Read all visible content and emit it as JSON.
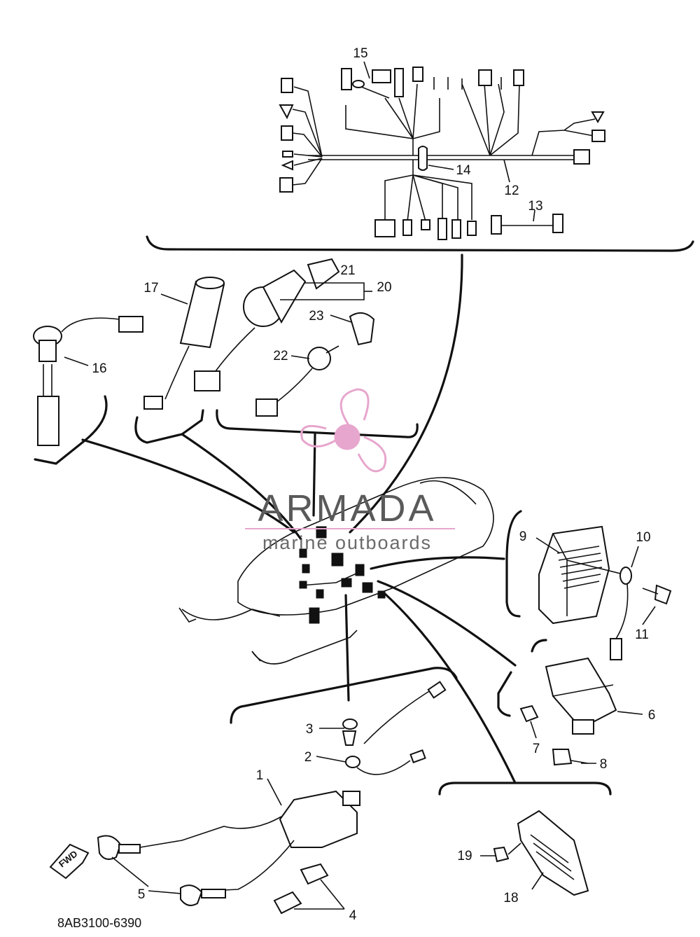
{
  "callouts": [
    "1",
    "2",
    "3",
    "4",
    "5",
    "6",
    "7",
    "8",
    "9",
    "10",
    "11",
    "12",
    "13",
    "14",
    "15",
    "16",
    "17",
    "18",
    "19",
    "20",
    "21",
    "22",
    "23"
  ],
  "watermark": {
    "brand": "ARMADA",
    "tagline": "marine outboards",
    "accent": "#e7a6cd"
  },
  "direction_label": "FWD",
  "drawing_code": "8AB3100-6390"
}
